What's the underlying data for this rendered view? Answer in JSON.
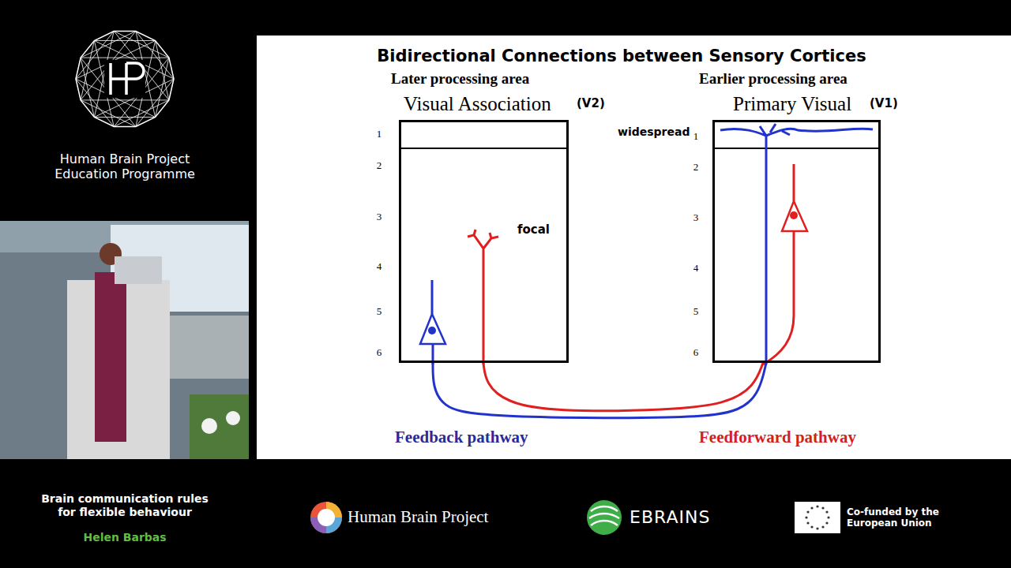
{
  "diagram": {
    "title": "Bidirectional Connections between Sensory Cortices",
    "nodes": [
      {
        "text": [
          "Visual Association",
          "(V2)"
        ]
      },
      {
        "text": [
          "Primary Visual",
          "(V1)"
        ]
      }
    ],
    "edges": [
      {
        "from": 0,
        "to": 1,
        "arrow": "none",
        "label": "Feedback pathway"
      },
      {
        "from": 1,
        "to": 0,
        "arrow": "none",
        "label": "Feedforward pathway"
      }
    ],
    "labels": [
      "Human Brain Project Education Programme",
      "Later processing area",
      "Earlier processing area",
      "1",
      "2",
      "3",
      "4",
      "5",
      "6",
      "widespread",
      "1",
      "2",
      "3",
      "4",
      "5",
      "6",
      "focal",
      "Brain communication rules for flexible behaviour",
      "Helen Barbas",
      "Human Brain Project",
      "EBRAINS",
      "Co-funded by the European Union"
    ]
  }
}
